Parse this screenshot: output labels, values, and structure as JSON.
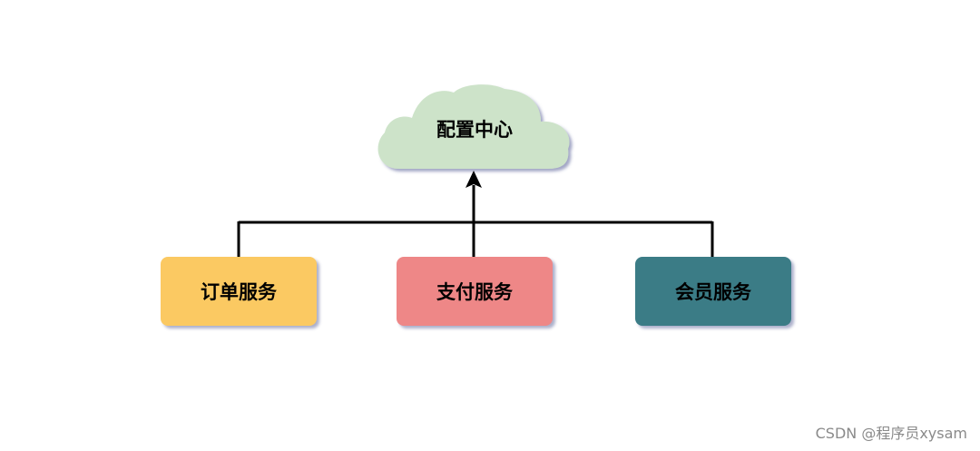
{
  "config_center": {
    "label": "配置中心",
    "color": "#cde3c9"
  },
  "services": [
    {
      "label": "订单服务",
      "color": "#fbc962"
    },
    {
      "label": "支付服务",
      "color": "#ee8787"
    },
    {
      "label": "会员服务",
      "color": "#3b7c86"
    }
  ],
  "connector_color": "#000000",
  "shadow_color": "#46508c",
  "watermark": "CSDN @程序员xysam"
}
